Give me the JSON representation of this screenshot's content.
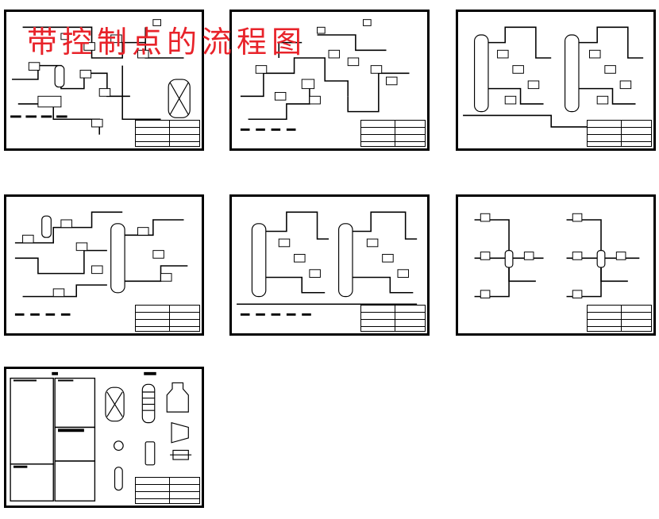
{
  "overlay_title": "带控制点的流程图",
  "colors": {
    "ink": "#000000",
    "overlay_text": "#e8232a",
    "background": "#ffffff"
  },
  "sheets": [
    {
      "name": "flow-sheet-1",
      "kind": "process-flow"
    },
    {
      "name": "flow-sheet-2",
      "kind": "process-flow"
    },
    {
      "name": "flow-sheet-3",
      "kind": "distillation-columns"
    },
    {
      "name": "flow-sheet-4",
      "kind": "process-flow-with-column"
    },
    {
      "name": "flow-sheet-5",
      "kind": "distillation-columns"
    },
    {
      "name": "flow-sheet-6",
      "kind": "vessel-instrumentation"
    },
    {
      "name": "legend-sheet",
      "kind": "symbol-legend"
    }
  ]
}
